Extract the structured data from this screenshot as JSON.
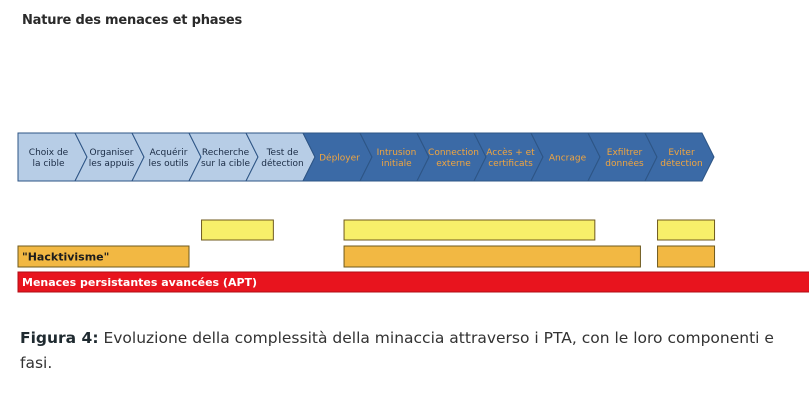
{
  "header": {
    "title": "Nature des menaces et phases"
  },
  "phases": [
    {
      "lines": [
        "Choix de",
        "la cible"
      ],
      "style": "light"
    },
    {
      "lines": [
        "Organiser",
        "les appuis"
      ],
      "style": "light"
    },
    {
      "lines": [
        "Acquérir",
        "les outils"
      ],
      "style": "light"
    },
    {
      "lines": [
        "Recherche",
        "sur la cible"
      ],
      "style": "light"
    },
    {
      "lines": [
        "Test de",
        "détection"
      ],
      "style": "light"
    },
    {
      "lines": [
        "Déployer"
      ],
      "style": "dark"
    },
    {
      "lines": [
        "Intrusion",
        "initiale"
      ],
      "style": "dark"
    },
    {
      "lines": [
        "Connection",
        "externe"
      ],
      "style": "dark"
    },
    {
      "lines": [
        "Accès + et",
        "certificats"
      ],
      "style": "dark"
    },
    {
      "lines": [
        "Ancrage"
      ],
      "style": "dark"
    },
    {
      "lines": [
        "Exfiltrer",
        "données"
      ],
      "style": "dark"
    },
    {
      "lines": [
        "Eviter",
        "détection"
      ],
      "style": "dark"
    }
  ],
  "threat_bars": [
    {
      "label": "",
      "color": "#f7ef6a",
      "segments": [
        [
          3.22,
          4.48
        ],
        [
          5.72,
          10.12
        ],
        [
          11.22,
          12.22
        ]
      ]
    },
    {
      "label": "\"Hacktivisme\"",
      "color": "#f2b843",
      "segments": [
        [
          0,
          3.0
        ],
        [
          5.72,
          10.92
        ],
        [
          11.22,
          12.22
        ]
      ]
    },
    {
      "label": "Menaces persistantes avancées (APT)",
      "color": "#e8141e",
      "segments": [
        [
          0,
          14.12
        ]
      ]
    }
  ],
  "caption": {
    "label": "Figura 4:",
    "text": " Evoluzione della complessità della minaccia attraverso i PTA, con le loro componenti e fasi."
  },
  "colors": {
    "chevron_light": "#b7cde6",
    "chevron_dark": "#3b6aa6",
    "chevron_dark_text": "#f0a540",
    "chevron_light_text": "#1a2b44",
    "chevron_stroke": "#2e5585",
    "apt_text": "#ffffff",
    "hack_text": "#1c1c1c"
  }
}
